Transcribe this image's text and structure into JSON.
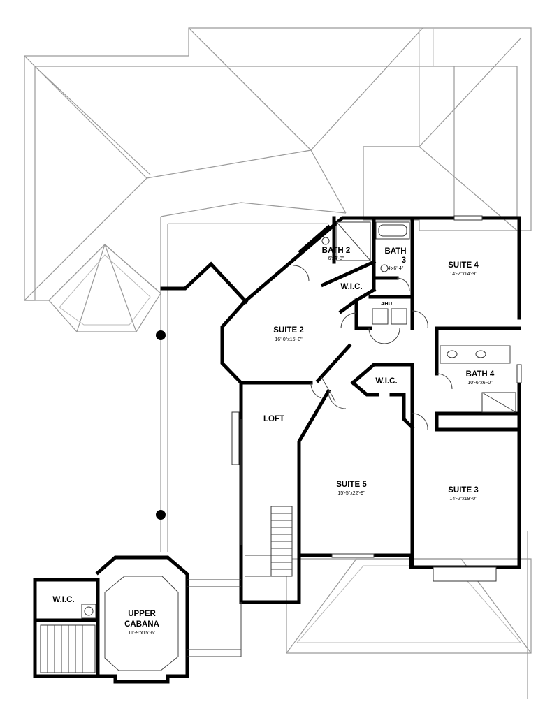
{
  "rooms": {
    "bath2": {
      "name": "BATH 2",
      "dim": "6'x4'-8\""
    },
    "bath3": {
      "name_line1": "BATH",
      "name_line2": "3",
      "dim": "4'x6'-4\""
    },
    "suite4": {
      "name": "SUITE 4",
      "dim": "14'-2\"x14'-9\""
    },
    "wic1": {
      "name": "W.I.C."
    },
    "ahu": {
      "name": "AHU"
    },
    "suite2": {
      "name": "SUITE 2",
      "dim": "16'-0\"x15'-0\""
    },
    "bath4": {
      "name": "BATH 4",
      "dim": "10'-6\"x6'-0\""
    },
    "wic2": {
      "name": "W.I.C."
    },
    "loft": {
      "name": "LOFT"
    },
    "suite5": {
      "name": "SUITE 5",
      "dim": "15'-5\"x22'-9\""
    },
    "suite3": {
      "name": "SUITE 3",
      "dim": "14'-2\"x19'-0\""
    },
    "wic3": {
      "name": "W.I.C."
    },
    "cabana": {
      "name_line1": "UPPER",
      "name_line2": "CABANA",
      "dim": "11'-9\"x15'-6\""
    }
  }
}
